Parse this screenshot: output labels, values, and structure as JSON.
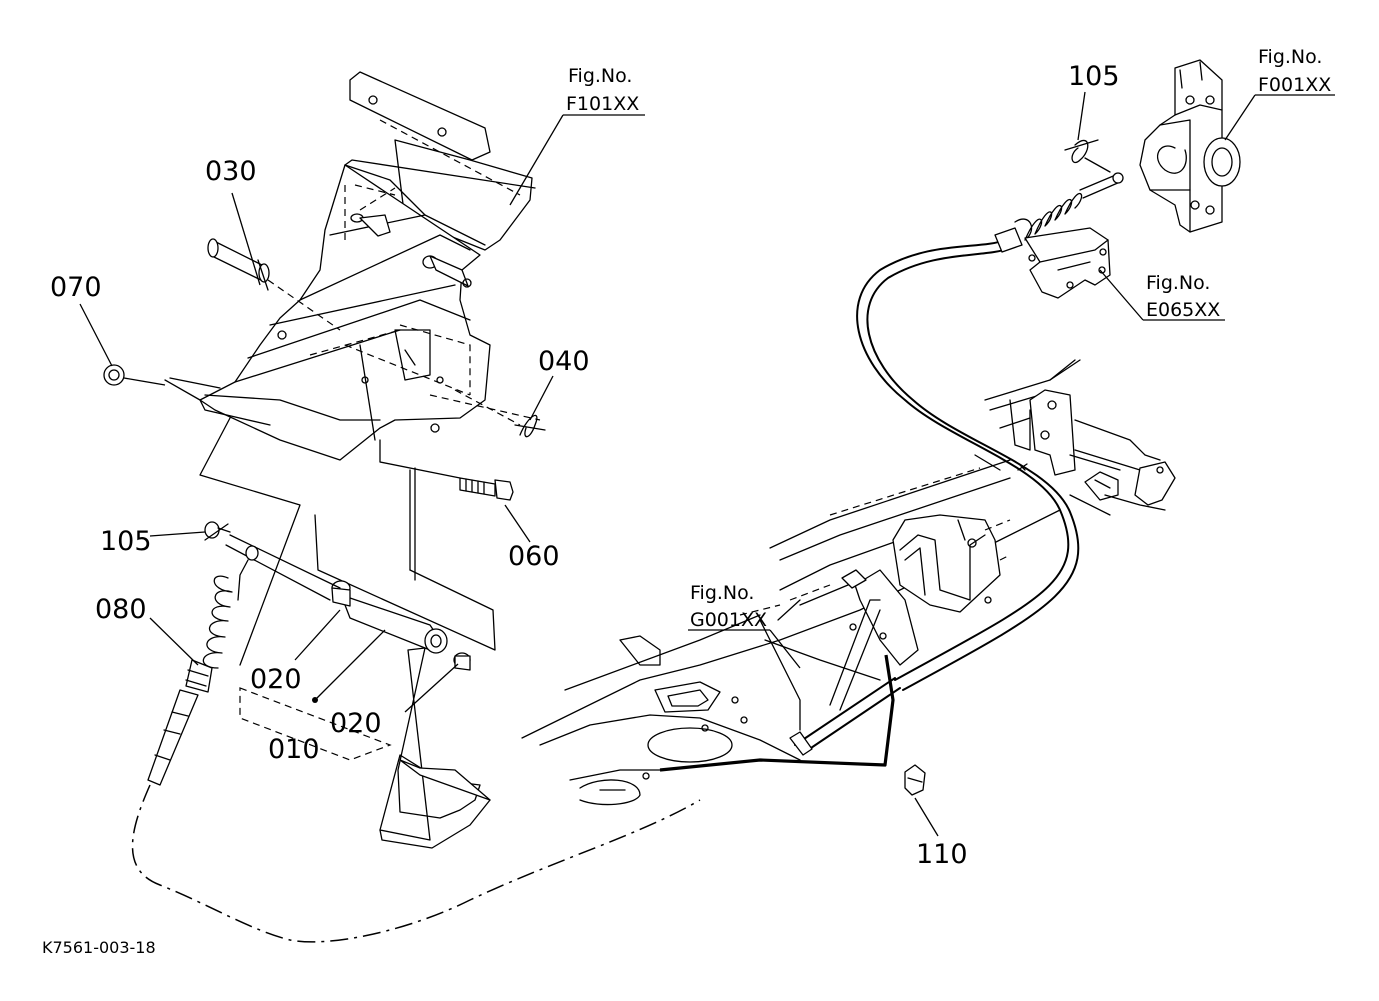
{
  "parts": [
    {
      "id": "p030",
      "number": "030"
    },
    {
      "id": "p070",
      "number": "070"
    },
    {
      "id": "p040",
      "number": "040"
    },
    {
      "id": "p060",
      "number": "060"
    },
    {
      "id": "p105a",
      "number": "105"
    },
    {
      "id": "p080",
      "number": "080"
    },
    {
      "id": "p020a",
      "number": "020"
    },
    {
      "id": "p020b",
      "number": "020"
    },
    {
      "id": "p010",
      "number": "010"
    },
    {
      "id": "p105b",
      "number": "105"
    },
    {
      "id": "p110",
      "number": "110"
    }
  ],
  "figure_refs": [
    {
      "id": "fF101",
      "label": "Fig.No.",
      "code": "F101XX"
    },
    {
      "id": "fF001",
      "label": "Fig.No.",
      "code": "F001XX"
    },
    {
      "id": "fE065",
      "label": "Fig.No.",
      "code": "E065XX"
    },
    {
      "id": "fG001",
      "label": "Fig.No.",
      "code": "G001XX"
    }
  ],
  "drawing_code": "K7561-003-18"
}
